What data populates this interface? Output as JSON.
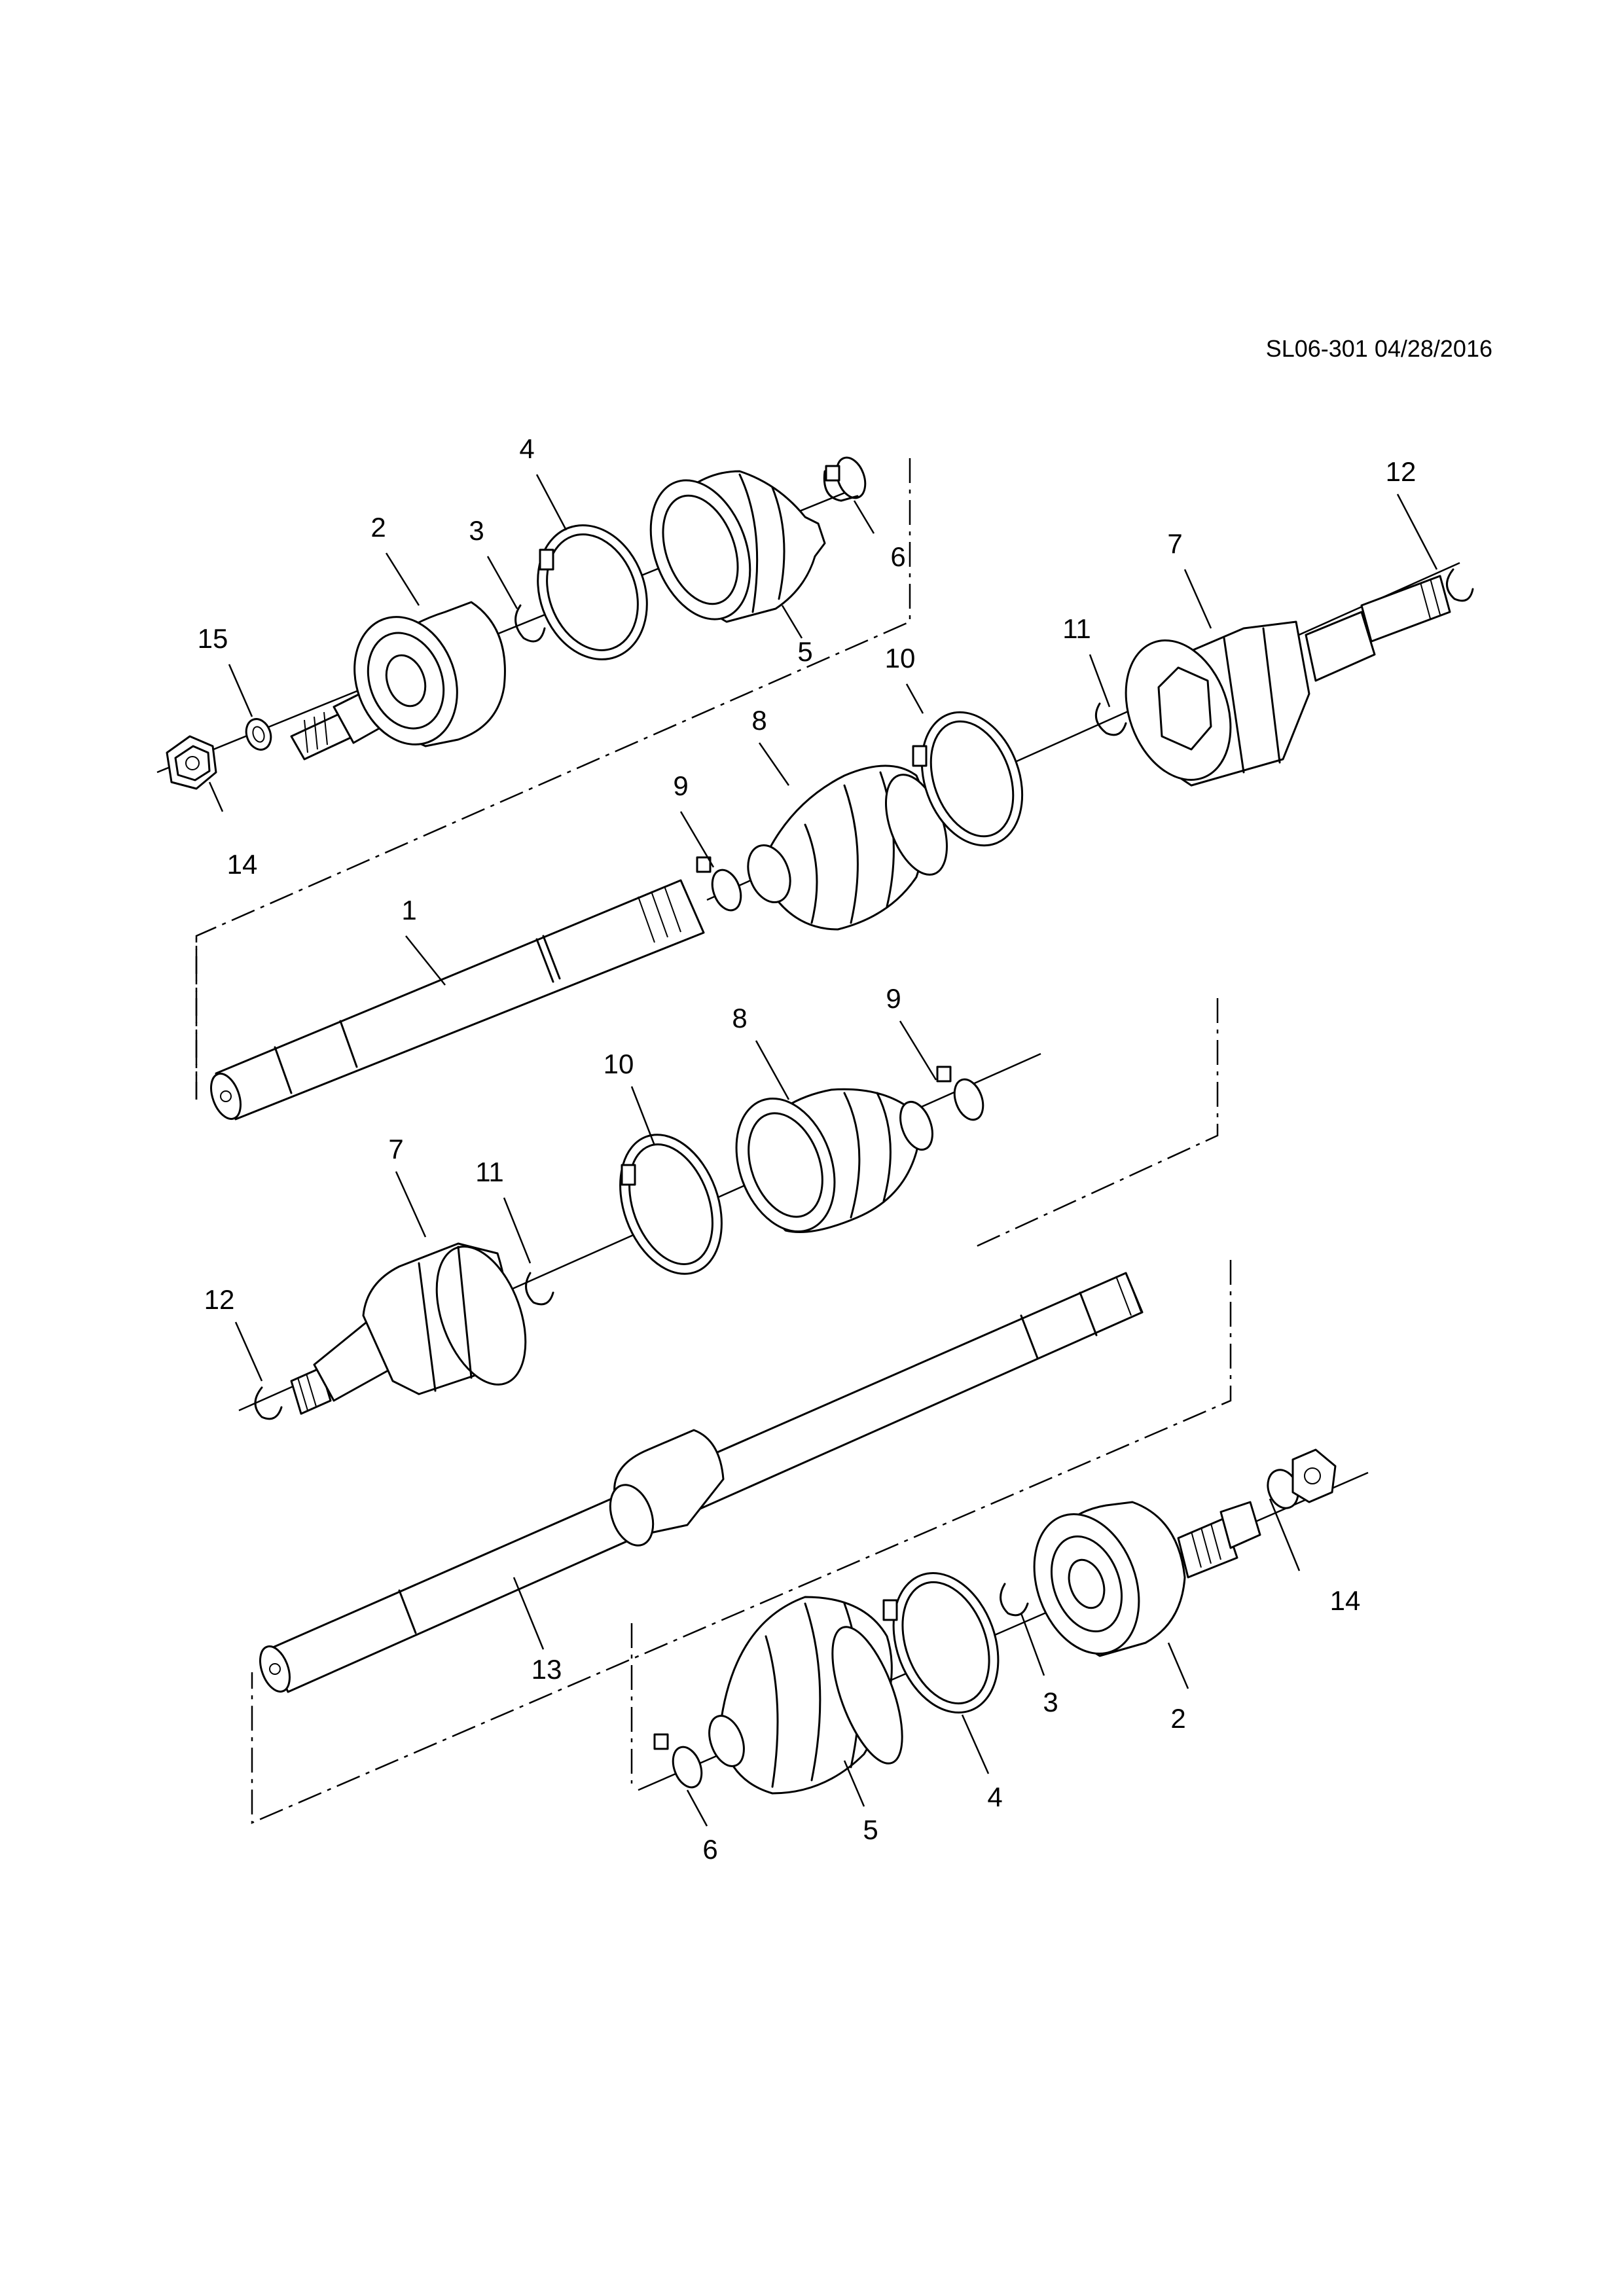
{
  "drawing_ref": "SL06-301 04/28/2016",
  "callouts": {
    "top_15": "15",
    "top_14": "14",
    "top_2": "2",
    "top_3": "3",
    "top_4": "4",
    "top_5": "5",
    "top_6": "6",
    "top_7": "7",
    "top_8": "8",
    "top_9": "9",
    "top_10": "10",
    "top_11": "11",
    "top_12": "12",
    "top_1": "1",
    "bot_7": "7",
    "bot_8": "8",
    "bot_9": "9",
    "bot_10": "10",
    "bot_11": "11",
    "bot_12": "12",
    "bot_13": "13",
    "bot_14": "14",
    "bot_2": "2",
    "bot_3": "3",
    "bot_4": "4",
    "bot_5": "5",
    "bot_6": "6"
  }
}
